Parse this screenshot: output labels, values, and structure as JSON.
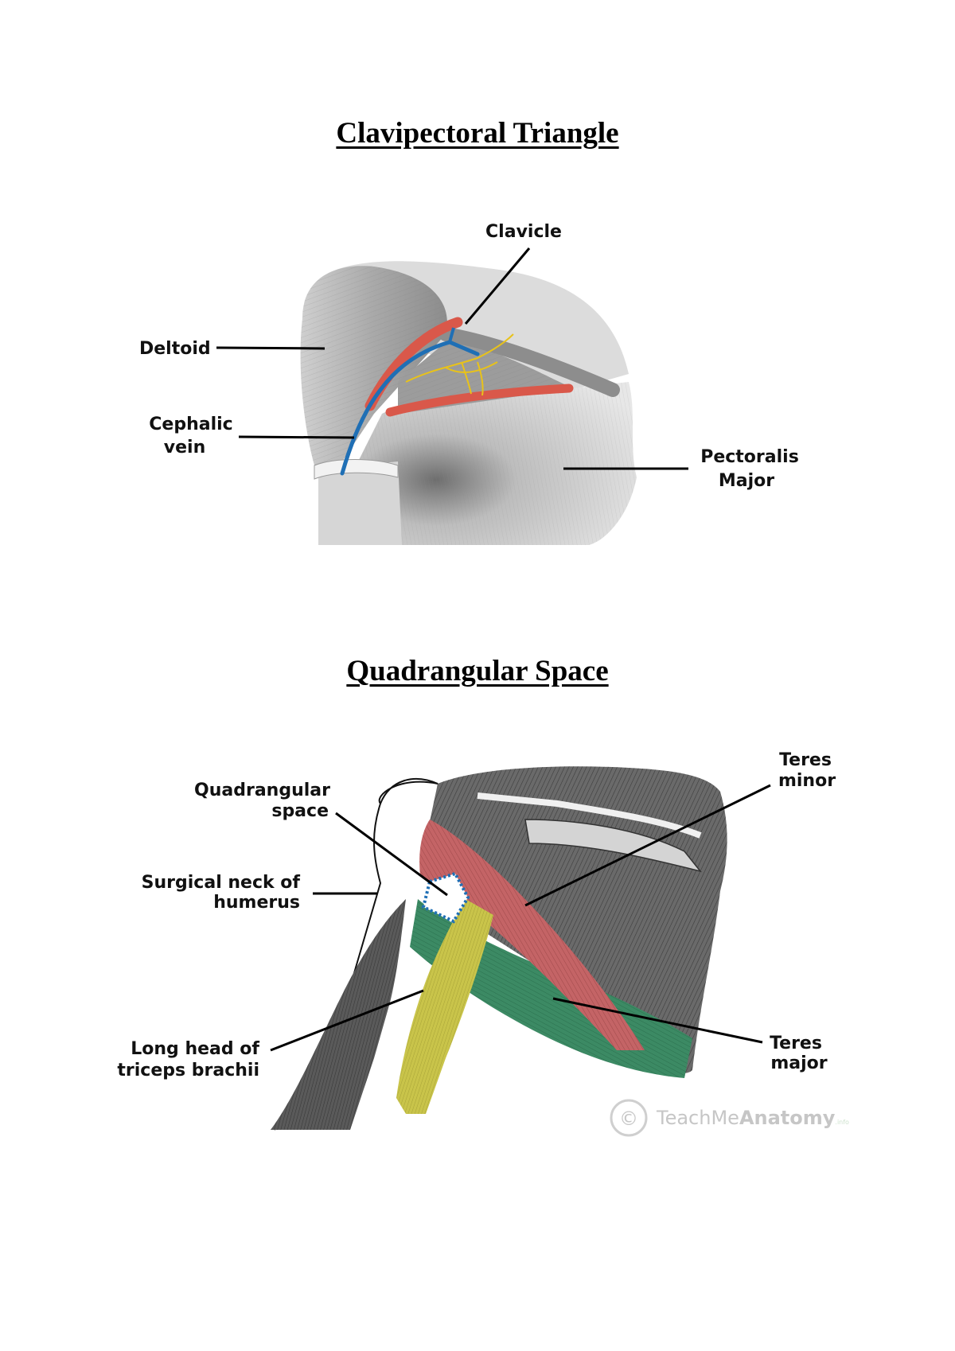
{
  "sections": [
    {
      "title": "Clavipectoral Triangle",
      "labels": {
        "clavicle": "Clavicle",
        "deltoid": "Deltoid",
        "cephalic_vein_line1": "Cephalic",
        "cephalic_vein_line2": "vein",
        "pectoralis_line1": "Pectoralis",
        "pectoralis_line2": "Major"
      }
    },
    {
      "title": "Quadrangular Space",
      "labels": {
        "quadrangular_line1": "Quadrangular",
        "quadrangular_line2": "space",
        "surgical_neck_line1": "Surgical neck of",
        "surgical_neck_line2": "humerus",
        "long_head_line1": "Long head of",
        "long_head_line2": "triceps brachii",
        "teres_minor_line1": "Teres",
        "teres_minor_line2": "minor",
        "teres_major_line1": "Teres",
        "teres_major_line2": "major"
      },
      "watermark": {
        "symbol": "©",
        "text_light": "TeachMe",
        "text_bold": "Anatomy",
        "suffix": ".info"
      }
    }
  ],
  "colors": {
    "artery_red": "#d9584a",
    "vein_blue": "#1f6fb5",
    "nerve_yellow": "#e8c21a",
    "teres_minor_red": "#c46466",
    "teres_major_green": "#3c8a64",
    "triceps_yellow": "#c9c44a",
    "muscle_gray": "#5a5a5a"
  }
}
